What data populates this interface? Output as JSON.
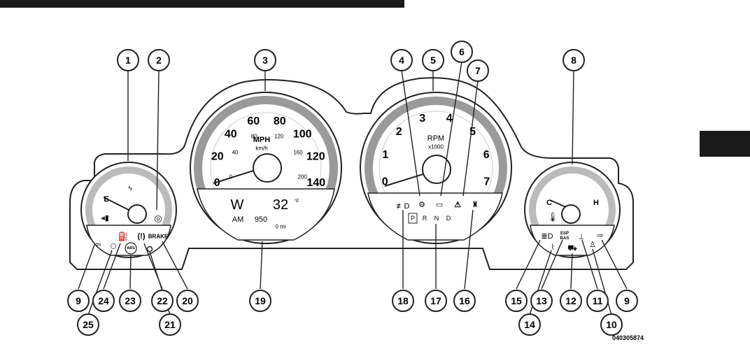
{
  "speedometer": {
    "mph_labels": [
      "0",
      "20",
      "40",
      "60",
      "80",
      "100",
      "120",
      "140"
    ],
    "kmh_labels": [
      "0",
      "40",
      "80",
      "120",
      "160",
      "200"
    ],
    "unit": "MPH",
    "sub_unit": "km/h",
    "odo_digit": "W",
    "temp_value": "32",
    "temp_unit": "°F",
    "clock": "AM",
    "odometer": "950",
    "trip": "0 mi"
  },
  "tachometer": {
    "labels": [
      "0",
      "1",
      "2",
      "3",
      "4",
      "5",
      "6",
      "7"
    ],
    "unit": "RPM",
    "multiplier": "x1000",
    "gears": [
      "P",
      "R",
      "N",
      "D"
    ]
  },
  "fuel_gauge": {
    "empty_label": "E"
  },
  "temp_gauge": {
    "cold_label": "C",
    "hot_label": "H"
  },
  "indicators": {
    "brake": "BRAKE",
    "abs": "ABS",
    "esp": "ESP",
    "bas": "BAS"
  },
  "callouts": [
    "1",
    "2",
    "3",
    "4",
    "5",
    "6",
    "7",
    "8",
    "9",
    "9",
    "10",
    "11",
    "12",
    "13",
    "14",
    "15",
    "16",
    "17",
    "18",
    "19",
    "20",
    "21",
    "22",
    "23",
    "24",
    "25"
  ],
  "figure_id": "040305874"
}
